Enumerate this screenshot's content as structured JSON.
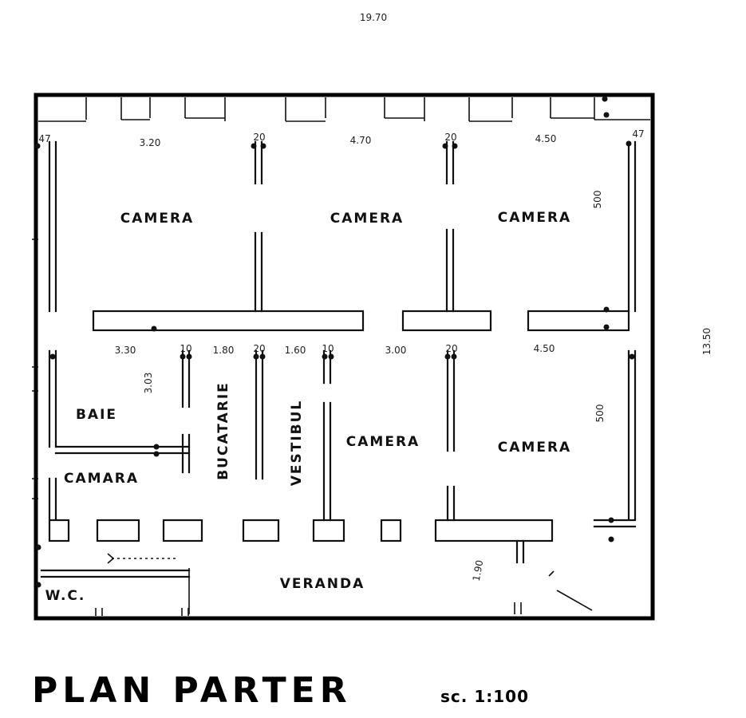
{
  "dimensions": {
    "overall_width": "19.70",
    "overall_depth": "13.50",
    "top_room_1": "3.20",
    "top_room_2": "4.70",
    "top_room_3": "4.50",
    "wall_top_left": "47",
    "wall_top_right": "47",
    "wall_top_mid_1": "20",
    "wall_top_mid_2": "20",
    "depth_top_right": "500",
    "bottom_baie": "3.30",
    "bottom_wall_a": "10",
    "bottom_bucatarie": "1.80",
    "bottom_wall_b": "20",
    "bottom_vestibul": "1.60",
    "bottom_wall_c": "10",
    "bottom_camera_mid": "3.00",
    "bottom_wall_d": "20",
    "bottom_camera_right": "4.50",
    "depth_baie": "3.03",
    "depth_bottom_right": "500",
    "veranda_depth": "1.90"
  },
  "rooms": {
    "camera_top_left": "CAMERA",
    "camera_top_mid": "CAMERA",
    "camera_top_right": "CAMERA",
    "baie": "BAIE",
    "camara": "CAMARA",
    "bucatarie": "BUCATARIE",
    "vestibul": "VESTIBUL",
    "camera_mid": "CAMERA",
    "camera_right": "CAMERA",
    "veranda": "VERANDA",
    "wc": "W.C."
  },
  "title": {
    "main": "PLAN PARTER",
    "scale": "sc. 1:100"
  }
}
